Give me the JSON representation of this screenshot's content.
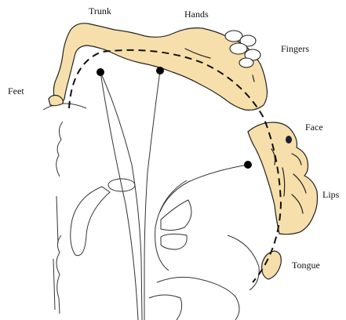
{
  "labels": {
    "trunk": "Trunk",
    "hands": "Hands",
    "fingers": "Fingers",
    "feet": "Feet",
    "face": "Face",
    "lips": "Lips",
    "tongue": "Tongue"
  },
  "colors": {
    "body_fill": "#f6dfaa",
    "outline": "#222222",
    "background": "#ffffff",
    "marker": "#000000"
  }
}
